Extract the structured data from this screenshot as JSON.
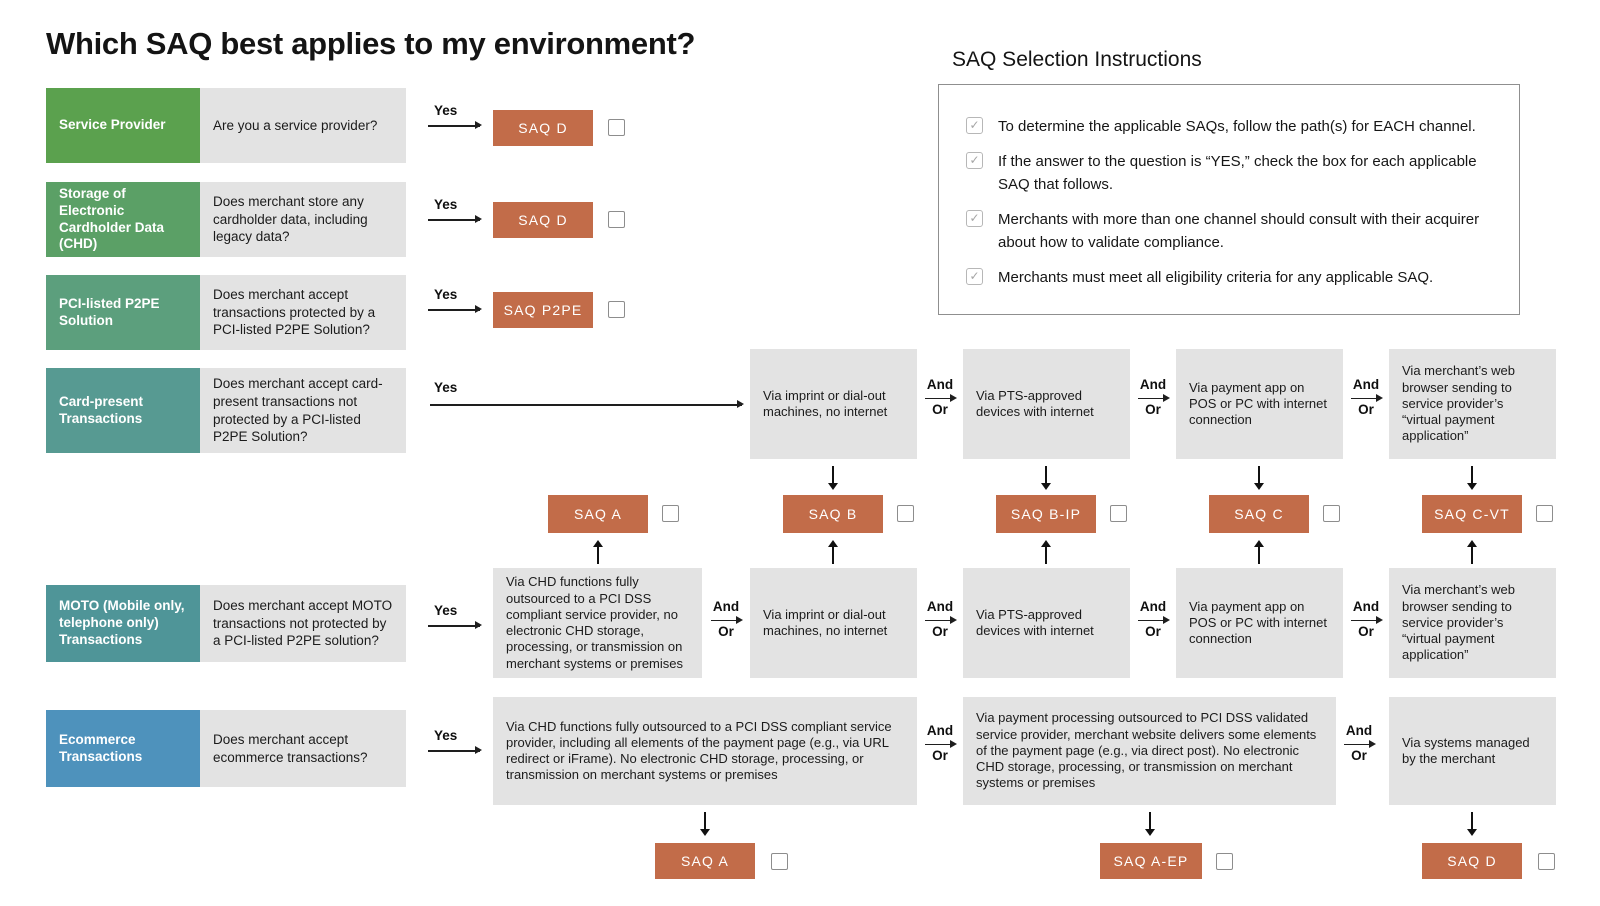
{
  "title": "Which SAQ best applies to my environment?",
  "instructions": {
    "title": "SAQ Selection Instructions",
    "items": [
      "To determine the applicable SAQs, follow the path(s) for EACH channel.",
      "If the answer to the question is “YES,” check the box for each applicable SAQ that follows.",
      "Merchants with more than one channel should consult with their acquirer about how to validate compliance.",
      "Merchants must meet all eligibility criteria for any applicable SAQ."
    ]
  },
  "connectors": {
    "yes": "Yes",
    "and": "And",
    "or": "Or"
  },
  "icons": {
    "check": "✓"
  },
  "rows": {
    "service_provider": {
      "label": "Service Provider",
      "question": "Are you a service provider?"
    },
    "storage_chd": {
      "label": "Storage of Electronic Cardholder Data (CHD)",
      "question": "Does merchant store any cardholder data, including legacy data?"
    },
    "p2pe": {
      "label": "PCI-listed P2PE Solution",
      "question": "Does merchant accept transactions protected by a PCI-listed P2PE Solution?"
    },
    "card_present": {
      "label": "Card-present Transactions",
      "question": "Does merchant accept card-present transactions not protected by a PCI-listed P2PE Solution?"
    },
    "moto": {
      "label": "MOTO (Mobile only, telephone only) Transactions",
      "question": "Does merchant accept MOTO transactions not protected by a PCI-listed P2PE solution?"
    },
    "ecommerce": {
      "label": "Ecommerce Transactions",
      "question": "Does merchant accept ecommerce transactions?"
    }
  },
  "channels": {
    "imprint": "Via imprint or dial-out machines, no internet",
    "pts": "Via PTS-approved devices with internet",
    "payment_app": "Via payment app on POS or PC with internet connection",
    "web_browser": "Via merchant’s web browser sending to service provider’s “virtual payment application”",
    "moto_outsourced": "Via CHD functions fully outsourced to a PCI DSS compliant service provider, no electronic CHD storage, processing, or transmission on merchant systems or premises",
    "ecom_outsourced": "Via CHD functions fully outsourced to a PCI DSS compliant service provider, including all elements of the payment page (e.g., via URL redirect or iFrame). No electronic CHD storage, processing, or transmission on merchant systems or premises",
    "ecom_partial": "Via payment processing outsourced to PCI DSS validated service provider, merchant website delivers some elements of the payment page (e.g., via direct post). No electronic CHD storage, processing, or transmission on merchant systems or premises",
    "ecom_merchant": "Via systems managed by the merchant"
  },
  "saq": {
    "a": "SAQ A",
    "a_ep": "SAQ A-EP",
    "b": "SAQ B",
    "b_ip": "SAQ B-IP",
    "c": "SAQ C",
    "c_vt": "SAQ C-VT",
    "d": "SAQ D",
    "p2pe": "SAQ P2PE"
  },
  "colors": {
    "saq_button": "#C26C49",
    "channel_box": "#E3E3E3",
    "row_service_provider": "#5BA14E",
    "row_storage_chd": "#5BA066",
    "row_p2pe": "#5C9F7D",
    "row_card_present": "#579A92",
    "row_moto": "#4F9598",
    "row_ecommerce": "#4E92BC"
  }
}
